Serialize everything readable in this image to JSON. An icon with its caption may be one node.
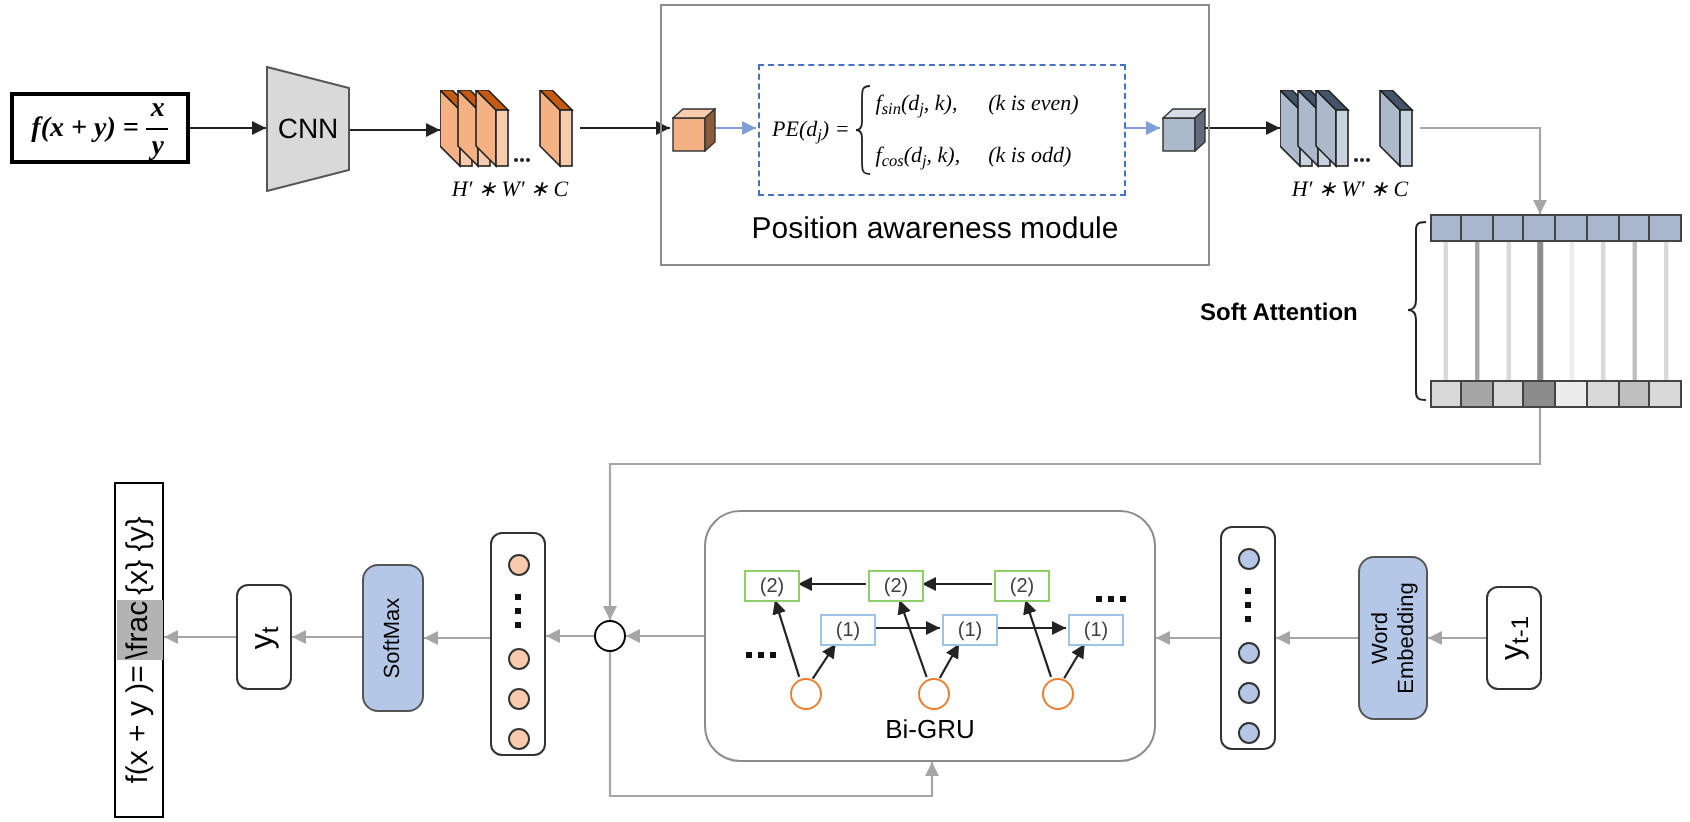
{
  "diagram": {
    "nodes": [
      {
        "text": [
          "f(x + y) =",
          "x",
          "y"
        ]
      },
      {
        "text": [
          "CNN"
        ]
      },
      {
        "text": [],
        "shape": "picture",
        "beside": [
          "H′ ∗ W′ ∗ C"
        ]
      },
      {
        "text": [
          "Position awareness module"
        ]
      },
      {
        "text": [],
        "shape": "box",
        "in": 3
      },
      {
        "text": [
          "PE(d$_{j}$) =",
          "f$_{sin}$(d$_{j}$, k),",
          "(k is even)",
          "f$_{cos}$(d$_{j}$, k),",
          "(k is odd)"
        ],
        "in": 3
      },
      {
        "text": [],
        "shape": "box",
        "in": 3
      },
      {
        "text": [],
        "shape": "picture",
        "beside": [
          "H′ ∗ W′ ∗ C"
        ]
      },
      {
        "text": [],
        "shape": "bar"
      },
      {
        "text": [],
        "shape": "bar"
      },
      {
        "text": [
          "Bi-GRU"
        ]
      },
      {
        "text": [
          "(2)"
        ],
        "in": 10
      },
      {
        "text": [
          "(2)"
        ],
        "in": 10
      },
      {
        "text": [
          "(2)"
        ],
        "in": 10
      },
      {
        "text": [
          "(1)"
        ],
        "in": 10
      },
      {
        "text": [
          "(1)"
        ],
        "in": 10
      },
      {
        "text": [
          "(1)"
        ],
        "in": 10
      },
      {
        "text": [],
        "shape": "circle",
        "in": 10
      },
      {
        "text": [],
        "shape": "circle",
        "in": 10
      },
      {
        "text": [],
        "shape": "circle",
        "in": 10
      },
      {
        "text": [],
        "shape": "box"
      },
      {
        "text": [
          "Word Embedding"
        ]
      },
      {
        "text": [
          "y$_{t-1}$"
        ]
      },
      {
        "text": [],
        "shape": "circle"
      },
      {
        "text": [],
        "shape": "box"
      },
      {
        "text": [
          "SoftMax"
        ]
      },
      {
        "text": [
          "y$_{t}$"
        ]
      },
      {
        "text": [
          "f(x + y )=",
          "\\frac",
          "{x} {y}"
        ]
      }
    ],
    "edges": [
      {
        "from": 0,
        "to": 1,
        "arrow": "to"
      },
      {
        "from": 1,
        "to": 2,
        "arrow": "to"
      },
      {
        "from": 2,
        "to": 4,
        "arrow": "to"
      },
      {
        "from": 4,
        "to": 5,
        "arrow": "to",
        "color": "#7f9fd6"
      },
      {
        "from": 5,
        "to": 6,
        "arrow": "to",
        "color": "#7f9fd6"
      },
      {
        "from": 6,
        "to": 7,
        "arrow": "to"
      },
      {
        "from": 7,
        "to": 8,
        "arrow": "to",
        "color": "#a6a6a6"
      },
      {
        "from": 9,
        "to": 23,
        "arrow": "to",
        "color": "#a6a6a6"
      },
      {
        "from": 10,
        "to": 23,
        "arrow": "to",
        "color": "#a6a6a6"
      },
      {
        "from": 23,
        "to": 20,
        "arrow": "to",
        "color": "#a6a6a6"
      },
      {
        "from": 20,
        "to": 25,
        "arrow": "to",
        "color": "#a6a6a6"
      },
      {
        "from": 25,
        "to": 26,
        "arrow": "to",
        "color": "#a6a6a6"
      },
      {
        "from": 26,
        "to": 27,
        "arrow": "to",
        "color": "#a6a6a6"
      },
      {
        "from": 22,
        "to": 21,
        "arrow": "to",
        "color": "#a6a6a6"
      },
      {
        "from": 21,
        "to": 24,
        "arrow": "to",
        "color": "#a6a6a6"
      },
      {
        "from": 24,
        "to": 10,
        "arrow": "to",
        "color": "#a6a6a6"
      },
      {
        "from": 23,
        "to": 10,
        "arrow": "to",
        "color": "#a6a6a6"
      },
      {
        "from": 17,
        "to": 11,
        "arrow": "to"
      },
      {
        "from": 17,
        "to": 14,
        "arrow": "to"
      },
      {
        "from": 18,
        "to": 12,
        "arrow": "to"
      },
      {
        "from": 18,
        "to": 15,
        "arrow": "to"
      },
      {
        "from": 19,
        "to": 13,
        "arrow": "to"
      },
      {
        "from": 19,
        "to": 16,
        "arrow": "to"
      },
      {
        "from": 14,
        "to": 15,
        "arrow": "to"
      },
      {
        "from": 15,
        "to": 16,
        "arrow": "to"
      },
      {
        "from": 13,
        "to": 12,
        "arrow": "to"
      },
      {
        "from": 12,
        "to": 11,
        "arrow": "to"
      }
    ],
    "labels": [
      "Soft Attention"
    ]
  }
}
